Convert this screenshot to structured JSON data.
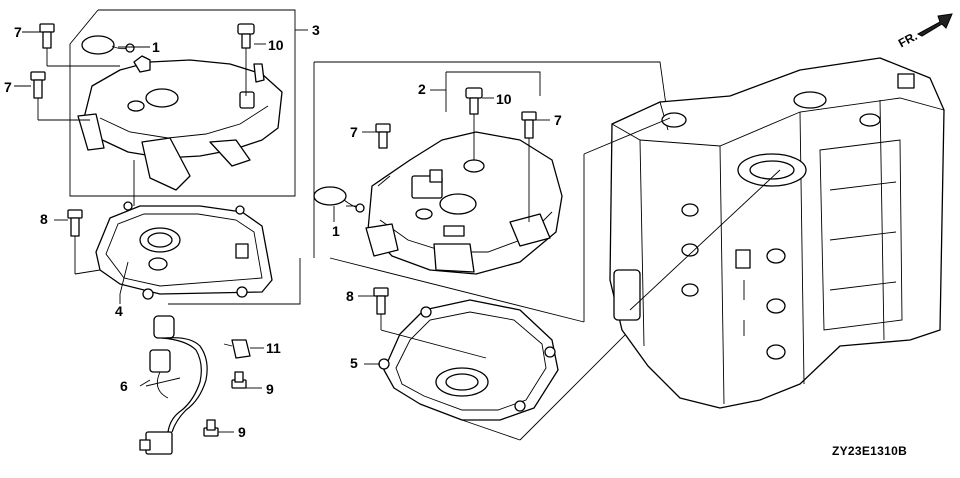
{
  "diagram": {
    "drawing_code": "ZY23E1310B",
    "direction_label": "FR.",
    "callouts": {
      "c7a": "7",
      "c1a": "1",
      "c10a": "10",
      "c3": "3",
      "c7b": "7",
      "c2": "2",
      "c10b": "10",
      "c7c": "7",
      "c7d": "7",
      "c1b": "1",
      "c8a": "8",
      "c4": "4",
      "c8b": "8",
      "c5": "5",
      "c11": "11",
      "c6": "6",
      "c9a": "9",
      "c9b": "9"
    }
  }
}
